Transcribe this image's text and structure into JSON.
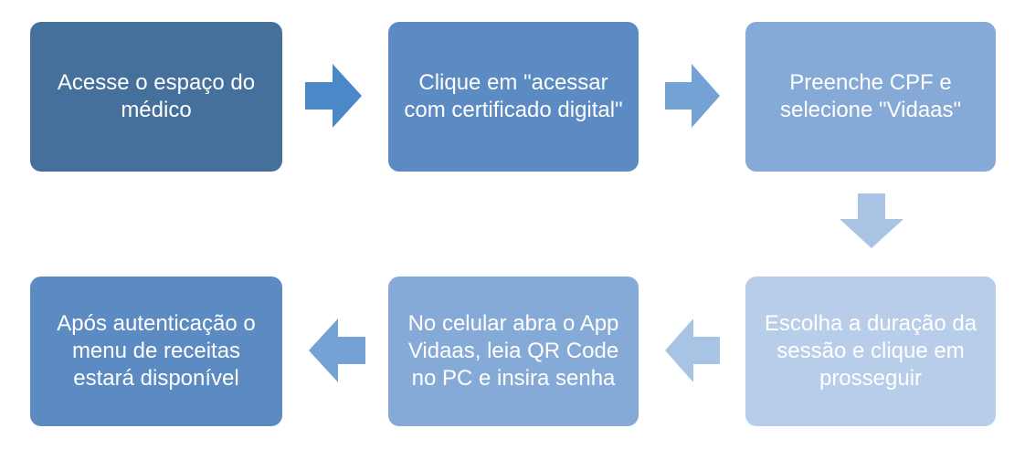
{
  "steps": [
    {
      "text": "Acesse o espaço do médico",
      "color": "#44709b"
    },
    {
      "text": "Clique em \"acessar com certificado digital\"",
      "color": "#5b8bc2"
    },
    {
      "text": "Preenche CPF e selecione \"Vidaas\"",
      "color": "#86aad7"
    },
    {
      "text": "Escolha a duração da sessão e clique em prosseguir",
      "color": "#b8cde9"
    },
    {
      "text": "No celular abra o App Vidaas, leia QR Code no PC e insira senha",
      "color": "#86aad7"
    },
    {
      "text": "Após autenticação o menu de receitas estará disponível",
      "color": "#5b8bc2"
    }
  ],
  "arrows": {
    "colors": [
      "#4a88c8",
      "#74a2d4",
      "#a9c3e4",
      "#a9c3e4",
      "#74a2d4"
    ]
  }
}
